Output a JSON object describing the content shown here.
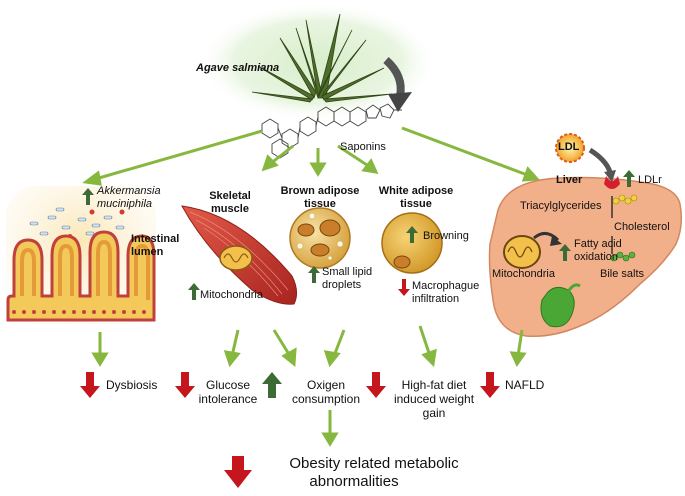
{
  "plant": {
    "name": "Agave salmiana",
    "compound": "Saponins"
  },
  "gut": {
    "bacteria_line1": "Akkermansia",
    "bacteria_line2": "muciniphila",
    "label_line1": "Intestinal",
    "label_line2": "lumen"
  },
  "muscle": {
    "title_line1": "Skeletal",
    "title_line2": "muscle",
    "note": "Mitochondria"
  },
  "bat": {
    "title_line1": "Brown adipose",
    "title_line2": "tissue",
    "note_line1": "Small lipid",
    "note_line2": "droplets"
  },
  "wat": {
    "title_line1": "White adipose",
    "title_line2": "tissue",
    "browning": "Browning",
    "note_line1": "Macrophague",
    "note_line2": "infiltration"
  },
  "liver": {
    "title": "Liver",
    "ldl": "LDL",
    "ldlr": "LDLr",
    "triacylglycerides": "Triacylglycerides",
    "fao_line1": "Fatty acid",
    "fao_line2": "oxidation",
    "mitochondria": "Mitochondria",
    "cholesterol": "Cholesterol",
    "bile_salts": "Bile salts"
  },
  "effects": {
    "dysbiosis": "Dysbiosis",
    "glucose_line1": "Glucose",
    "glucose_line2": "intolerance",
    "oxygen_line1": "Oxigen",
    "oxygen_line2": "consumption",
    "hfd_line1": "High-fat diet",
    "hfd_line2": "induced weight",
    "hfd_line3": "gain",
    "nafld": "NAFLD"
  },
  "outcome": {
    "line1": "Obesity related metabolic",
    "line2": "abnormalities"
  },
  "colors": {
    "arrow_green": "#86b83f",
    "up_arrow": "#3d6b35",
    "down_arrow": "#c4161c",
    "muscle_red": "#c9332c",
    "fat_yellow": "#e6b94e",
    "liver_peach": "#f2b08a",
    "gut_yellow": "#f3c95a",
    "gallbladder_green": "#4aa635"
  }
}
